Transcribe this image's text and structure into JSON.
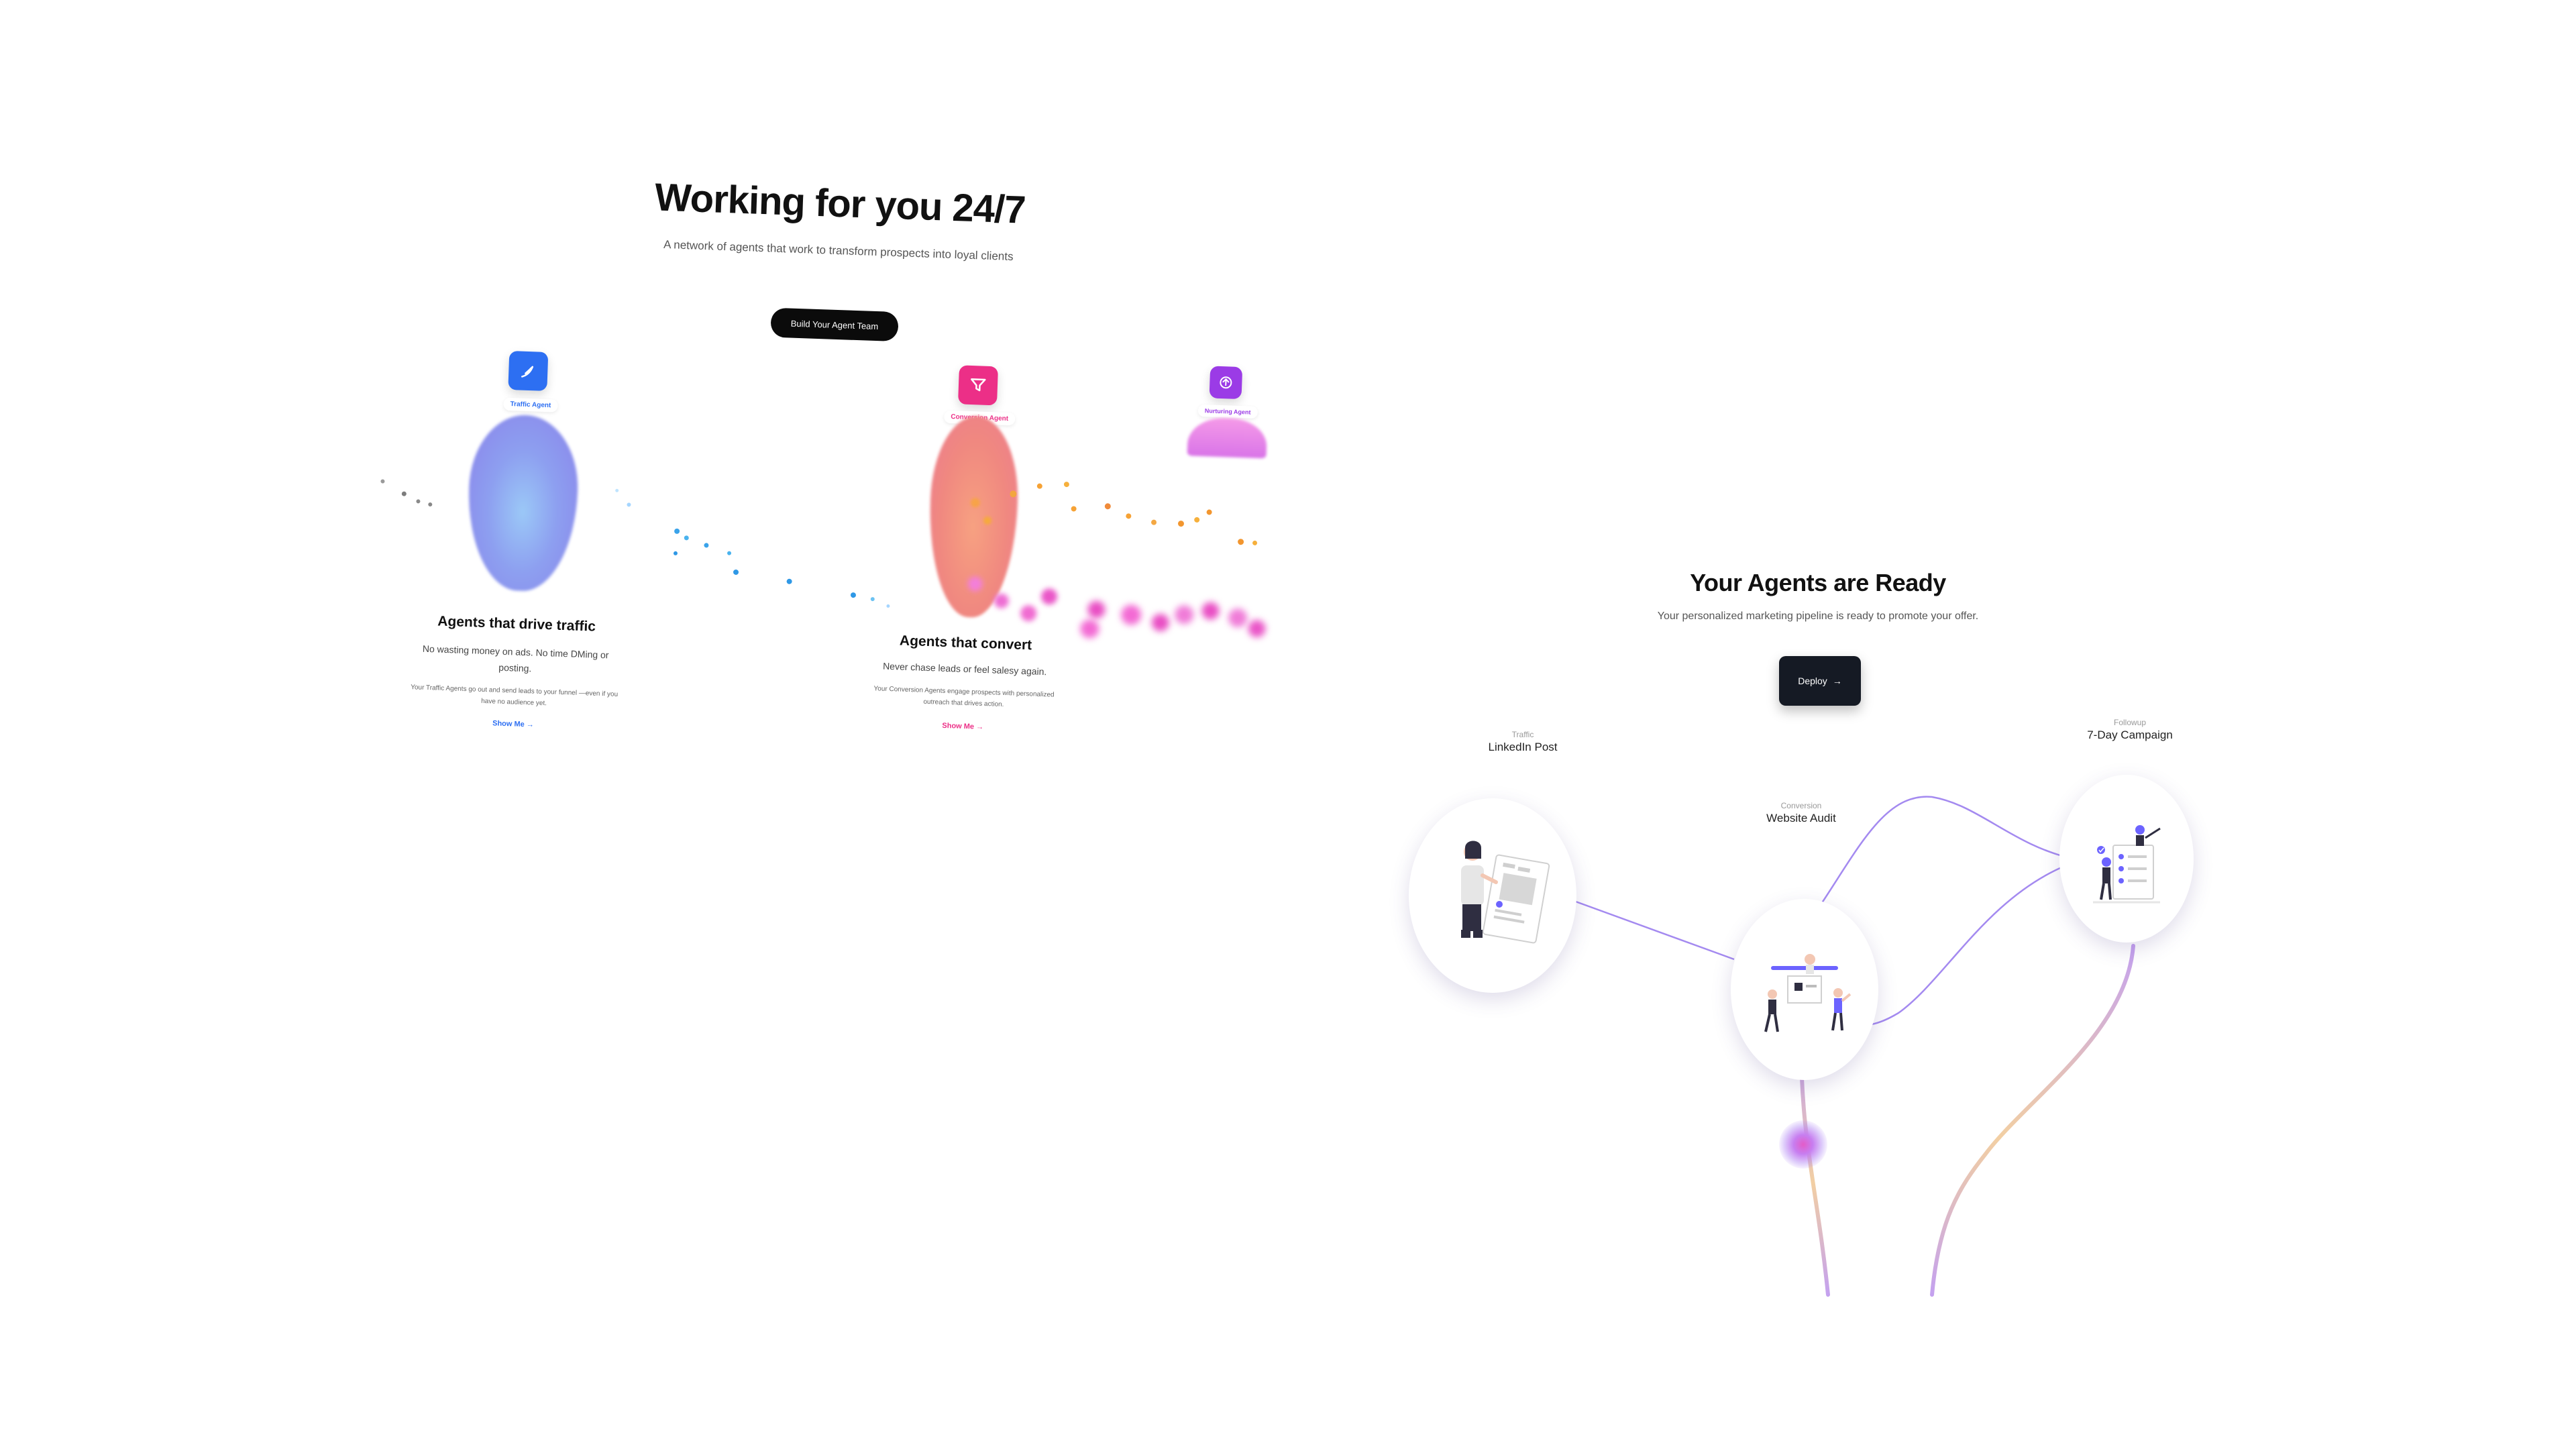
{
  "hero": {
    "title": "Working for you 24/7",
    "subtitle": "A network of agents that work to transform prospects into loyal clients",
    "cta_label": "Build Your Agent Team"
  },
  "agents": [
    {
      "tag": "Traffic Agent",
      "title": "Agents that drive traffic",
      "text": "No wasting money on ads. No time DMing or posting.",
      "small": "Your Traffic Agents go out and send leads to your funnel —even if you have no audience yet.",
      "link": "Show Me →",
      "color": "#2d6ff2"
    },
    {
      "tag": "Conversion Agent",
      "title": "Agents that convert",
      "text": "Never chase leads or feel salesy again.",
      "small": "Your Conversion Agents engage prospects with personalized outreach that drives action.",
      "link": "Show Me →",
      "color": "#ec2f87"
    },
    {
      "tag": "Nurturing Agent",
      "color": "#9b3be6"
    }
  ],
  "pipeline": {
    "title": "Your Agents are Ready",
    "subtitle": "Your personalized marketing pipeline is ready to promote your offer.",
    "deploy_label": "Deploy",
    "nodes": [
      {
        "category": "Traffic",
        "name": "LinkedIn Post"
      },
      {
        "category": "Conversion",
        "name": "Website Audit"
      },
      {
        "category": "Followup",
        "name": "7-Day Campaign"
      }
    ]
  },
  "colors": {
    "accent_purple": "#8d6ff0",
    "deploy_bg": "#151a24",
    "cta_bg": "#0b0b0b"
  }
}
